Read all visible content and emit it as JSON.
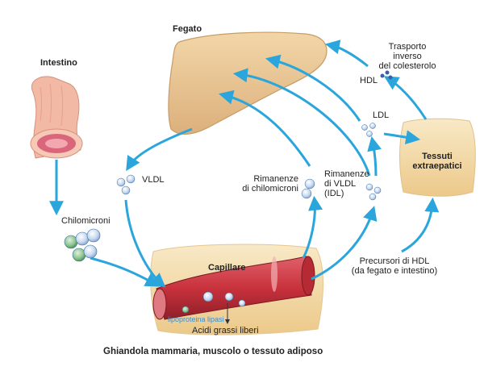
{
  "labels": {
    "intestine": "Intestino",
    "liver": "Fegato",
    "reverse_transport_line1": "Trasporto",
    "reverse_transport_line2": "inverso",
    "reverse_transport_line3": "del colesterolo",
    "hdl": "HDL",
    "ldl": "LDL",
    "extrahepatic_line1": "Tessuti",
    "extrahepatic_line2": "extraepatici",
    "vldl": "VLDL",
    "chylomicron_remnants_line1": "Rimanenze",
    "chylomicron_remnants_line2": "di chilomicroni",
    "vldl_remnants_line1": "Rimanenze",
    "vldl_remnants_line2": "di VLDL",
    "vldl_remnants_line3": "(IDL)",
    "chylomicrons": "Chilomicroni",
    "capillary": "Capillare",
    "lipoprotein_lipase": "lipoproteina lipasi",
    "free_fatty_acids": "Acidi grassi liberi",
    "hdl_precursors_line1": "Precursori di HDL",
    "hdl_precursors_line2": "(da fegato e intestino)",
    "tissue_caption": "Ghiandola mammaria, muscolo o tessuto adiposo"
  },
  "colors": {
    "arrow": "#2aa6dc",
    "liver": "#e9c89a",
    "liver_edge": "#c79b64",
    "intestine": "#f2b9a4",
    "intestine_lumen": "#d9667a",
    "capillary": "#c8323c",
    "tissue": "#f3dca8",
    "particle_blue": "#8fb4e0",
    "particle_green": "#5aa36a"
  }
}
